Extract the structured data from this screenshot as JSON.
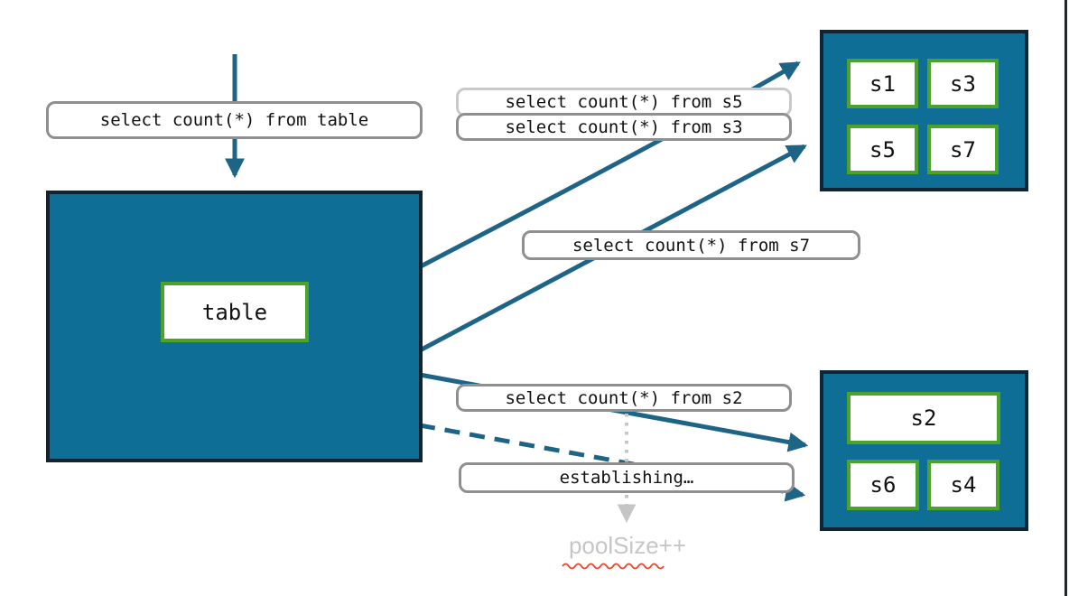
{
  "queries": {
    "from_table": "select count(*) from table",
    "from_s5": "select count(*) from s5",
    "from_s3": "select count(*) from s3",
    "from_s7": "select count(*) from s7",
    "from_s2": "select count(*) from s2",
    "establishing": "establishing…"
  },
  "table": {
    "label": "table"
  },
  "shard_groups": {
    "top": [
      "s1",
      "s3",
      "s5",
      "s7"
    ],
    "bottom": [
      "s2",
      "s6",
      "s4"
    ]
  },
  "pool_note": "poolSize++",
  "colors": {
    "teal_fill": "#0f6e96",
    "dark_border": "#0e2633",
    "green_border": "#4ca32c",
    "arrow_teal": "#1d6486",
    "label_border": "#8f8f8f",
    "label_border_light": "#c9c9c9",
    "dotted_arrow_gray": "#c5c5c5",
    "muted_text": "#c6c6c6",
    "squiggle_red": "#e8442e",
    "slide_edge": "#1b2733"
  }
}
